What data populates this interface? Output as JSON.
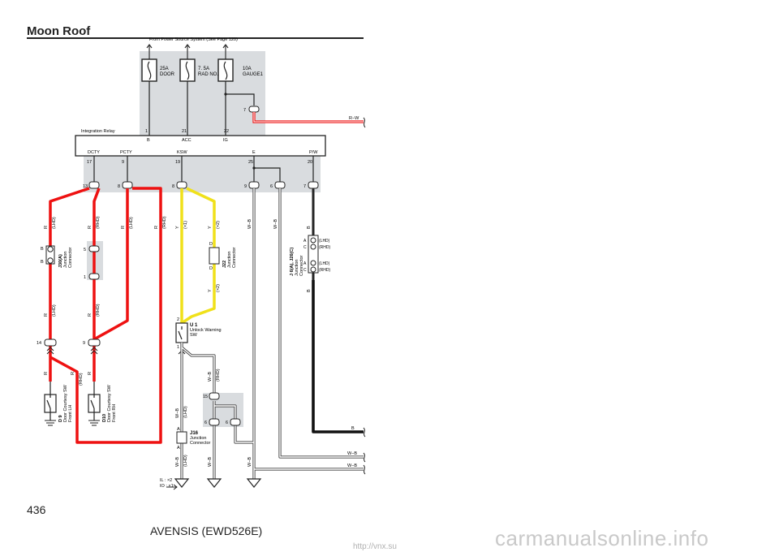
{
  "header": {
    "title": "Moon Roof"
  },
  "footer": {
    "page_number": "436",
    "model": "AVENSIS (EWD526E)"
  },
  "watermark": {
    "url": "carmanualsonline.info",
    "small": "http://vnx.su"
  },
  "diagram": {
    "power_source": "From Power Source System (See Page 120)",
    "fuses": [
      {
        "rating": "25A",
        "name": "DOOR"
      },
      {
        "rating": "7. 5A",
        "name": "RAD NO. 1"
      },
      {
        "rating": "10A",
        "name": "GAUGE1"
      }
    ],
    "relay": {
      "name": "Integration Relay",
      "top_pins": [
        "1",
        "21",
        "22"
      ],
      "top_terms": [
        "B",
        "ACC",
        "IG"
      ],
      "bottom_terms": [
        "DCTY",
        "PCTY",
        "KSW",
        "E",
        "P/W"
      ],
      "bottom_pins": [
        "17",
        "9",
        "19",
        "25",
        "20"
      ]
    },
    "pin_7": "7",
    "wire_rw": "R−W",
    "conn_pins": [
      "13",
      "8",
      "8",
      "9",
      "6",
      "7"
    ],
    "wire_labels": {
      "r_lhd": "R",
      "lhd": "(LHD)",
      "r_rhd": "R",
      "rhd": "(RHD)",
      "r_lhd2": "R",
      "lhd2": "(LHD)",
      "r_rhd2": "R",
      "rhd2": "(RHD)",
      "y1": "Y",
      "x1": "(×1)",
      "y2": "Y",
      "x2": "(×2)",
      "wb1": "W−B",
      "wb2": "W−B",
      "b1": "B",
      "y3": "Y",
      "x2b": "(×2)",
      "r5": "R",
      "lhd5": "(LHD)",
      "r6": "R",
      "rhd6": "(RHD)",
      "r7": "R",
      "r8": "R",
      "rhd8": "(RHD)",
      "r9": "R",
      "wb3": "W−B",
      "rhd3": "(RHD)",
      "wb4": "W−B",
      "lhd4": "(LHD)",
      "wb5": "W−B",
      "lhd5b": "(LHD)",
      "wb6": "W−B",
      "wb7": "W−B",
      "b2": "B",
      "wb8": "W−B",
      "wb9": "W−B",
      "b_right": "B"
    },
    "j30": {
      "name": "J30(A)",
      "desc1": "Junction",
      "desc2": "Connector",
      "pin_b": "B",
      "pin_b2": "B"
    },
    "j22": {
      "name": "J22",
      "desc1": "Junction",
      "desc2": "Connector",
      "pin_d": "D",
      "pin_d2": "D"
    },
    "j_right": {
      "name": "J 6(A), J26(C)",
      "desc1": "Junction",
      "desc2": "Connector",
      "pin_a": "A",
      "pin_c": "C",
      "lhd": "(LHD)",
      "rhd": "(RHD)"
    },
    "pins_misc": {
      "p5": "5",
      "p1": "1",
      "p14": "14",
      "p9": "9",
      "p2": "2",
      "p1b": "1",
      "p15": "15",
      "p6a": "6",
      "p6b": "6"
    },
    "u1": {
      "name": "U 1",
      "desc1": "Unlock Warning",
      "desc2": "SW"
    },
    "d9": {
      "name": "D 9",
      "desc1": "Door Courtesy SW",
      "desc2": "Front LH"
    },
    "d10": {
      "name": "D10",
      "desc1": "Door Courtesy SW",
      "desc2": "Front RH"
    },
    "j16": {
      "name": "J16",
      "desc1": "Junction",
      "desc2": "Connector",
      "pin_a": "A",
      "pin_a2": "A"
    },
    "ground_labels": {
      "g1": "IL : ×2",
      "g2": "IO : ×1"
    }
  }
}
